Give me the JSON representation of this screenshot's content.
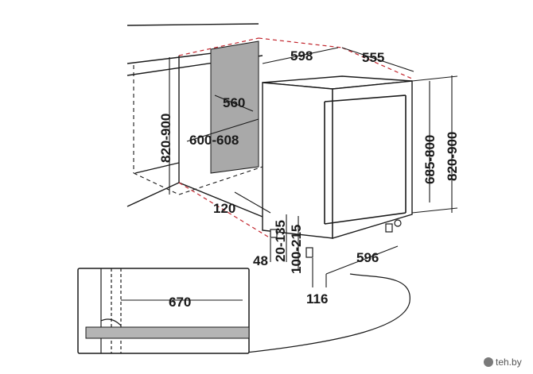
{
  "diagram": {
    "dimensions": {
      "width_top": "598",
      "depth_top": "555",
      "niche_depth": "560",
      "niche_width": "600-608",
      "niche_height": "820-900",
      "appliance_height": "685-800",
      "appliance_height_max": "820-900",
      "kick_height": "120",
      "foot_low": "20-135",
      "foot_mid": "100-215",
      "gap_48": "48",
      "width_front": "596",
      "foot_depth": "116",
      "door_swing": "670"
    },
    "watermark": "teh.by"
  },
  "colors": {
    "line": "#1a1a1a",
    "dashed_red": "#c2262e",
    "panel_gray": "#a9a9a9",
    "plinth_gray": "#b5b5b5"
  }
}
